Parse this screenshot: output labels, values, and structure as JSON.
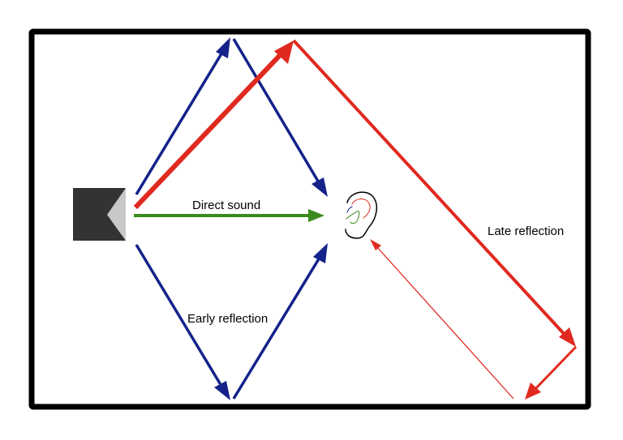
{
  "labels": {
    "direct_sound": "Direct sound",
    "early_reflection": "Early reflection",
    "late_reflection": "Late reflection"
  },
  "colors": {
    "room_border": "#000000",
    "direct": "#3a8a1e",
    "early": "#14228a",
    "late": "#e0291f",
    "speaker_dark": "#333333",
    "speaker_light": "#c8c8c8"
  },
  "icons": {
    "source": "speaker-icon",
    "listener": "ear-icon"
  }
}
